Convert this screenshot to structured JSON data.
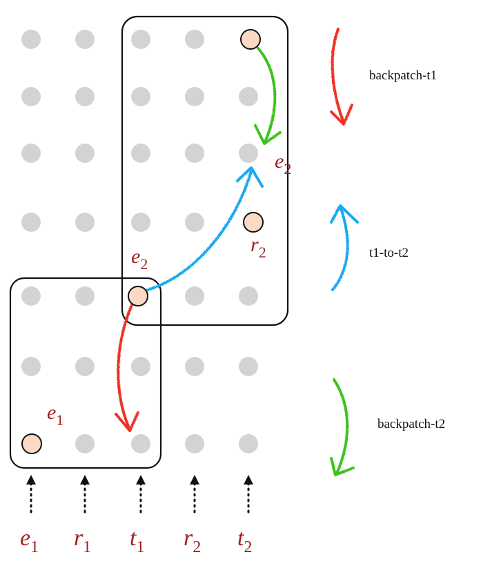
{
  "colors": {
    "grid_dot": "#d3d3d3",
    "active_node_fill": "#fbd9c2",
    "label": "#a32020",
    "red_arrow": "#ee3325",
    "green_arrow": "#3cc21e",
    "blue_arrow": "#1ea8f0",
    "box_stroke": "#111111"
  },
  "columns": [
    {
      "base": "e",
      "sub": "1"
    },
    {
      "base": "r",
      "sub": "1"
    },
    {
      "base": "t",
      "sub": "1"
    },
    {
      "base": "r",
      "sub": "2"
    },
    {
      "base": "t",
      "sub": "2"
    }
  ],
  "node_labels": {
    "e2_low": {
      "base": "e",
      "sub": "2"
    },
    "e2_high": {
      "base": "e",
      "sub": "2"
    },
    "r2": {
      "base": "r",
      "sub": "2"
    },
    "e1": {
      "base": "e",
      "sub": "1"
    }
  },
  "legend": {
    "backpatch_t1": "backpatch-t1",
    "t1_to_t2": "t1-to-t2",
    "backpatch_t2": "backpatch-t2"
  },
  "icons": {
    "column_pointer": "dotted-up-arrow-icon"
  }
}
